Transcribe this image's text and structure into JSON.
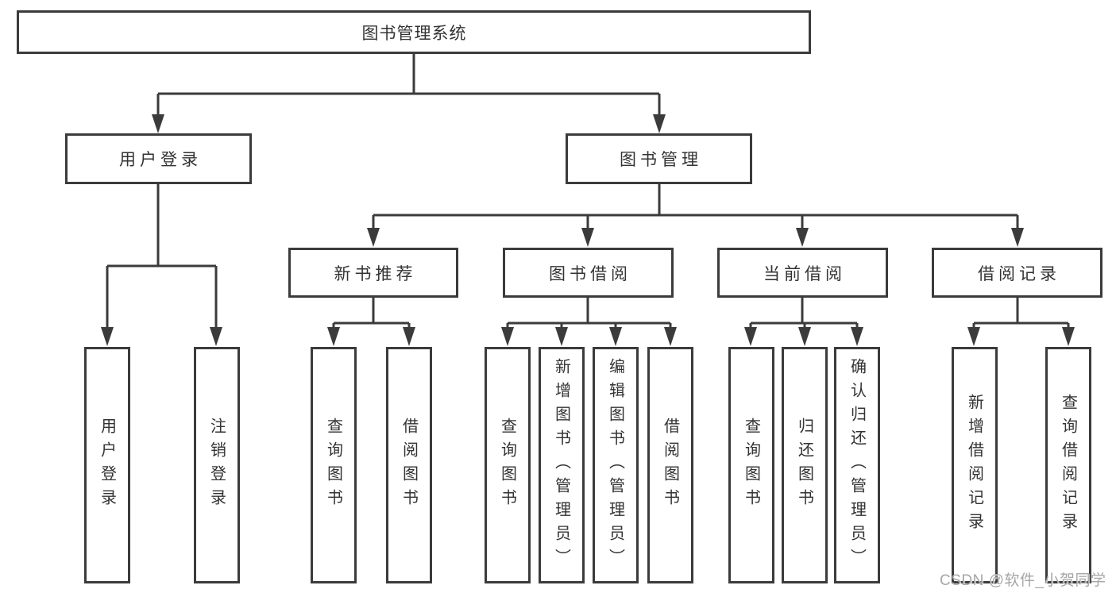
{
  "colors": {
    "line": "#3b3b3b",
    "node_text": "#333333",
    "watermark_text": "#a6a6a6",
    "background": "#ffffff"
  },
  "nodes": {
    "root": "图书管理系统",
    "user_login": "用户登录",
    "book_mgmt": "图书管理",
    "new_book_rec": "新书推荐",
    "book_borrow": "图书借阅",
    "current_borrow": "当前借阅",
    "borrow_records": "借阅记录",
    "leaf_user_login": "用户登录",
    "leaf_logout": "注销登录",
    "leaf_query_book_rec": "查询图书",
    "leaf_borrow_book_rec": "借阅图书",
    "leaf_query_book_borrow": "查询图书",
    "leaf_add_book": "新增图书（管理员）",
    "leaf_edit_book": "编辑图书（管理员）",
    "leaf_borrow_book": "借阅图书",
    "leaf_query_book_current": "查询图书",
    "leaf_return_book": "归还图书",
    "leaf_confirm_return": "确认归还（管理员）",
    "leaf_add_record": "新增借阅记录",
    "leaf_query_record": "查询借阅记录"
  },
  "watermark": "CSDN @软件_小贺同学"
}
